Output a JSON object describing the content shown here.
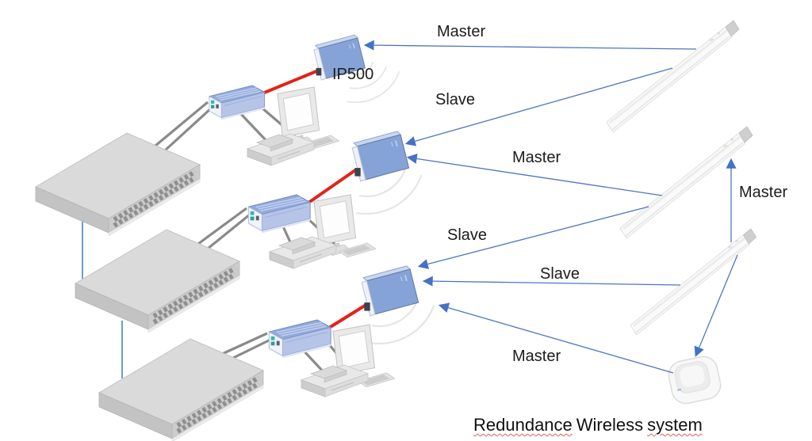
{
  "title": {
    "part1": "Redundance",
    "part2": "Wireless",
    "part3": "system"
  },
  "devices": {
    "ip500_label": "IP500",
    "switch_count": 3,
    "wireless_unit_count": 3,
    "workstation_count": 3,
    "light_fixture_count": 3,
    "sensor_count": 1
  },
  "connections": [
    {
      "from": "light-fixture-1",
      "to": "wireless-unit-1",
      "label": "Master"
    },
    {
      "from": "light-fixture-1",
      "to": "wireless-unit-2",
      "label": "Slave"
    },
    {
      "from": "light-fixture-2",
      "to": "wireless-unit-2",
      "label": "Master"
    },
    {
      "from": "light-fixture-2",
      "to": "wireless-unit-3",
      "label": "Slave"
    },
    {
      "from": "light-fixture-3",
      "to": "wireless-unit-3",
      "label": "Slave"
    },
    {
      "from": "light-fixture-3",
      "to": "light-fixture-2",
      "label": "Master"
    },
    {
      "from": "occupancy-sensor",
      "to": "wireless-unit-3",
      "label": "Master"
    }
  ],
  "colors": {
    "connection_blue": "#4d76c0",
    "arrow_blue": "#4472c4",
    "cable_red": "#e2231a",
    "cable_gray": "#8a8a8a",
    "switch_link_blue": "#3c7bb5",
    "device_blue": "#86a3d8",
    "switch_gray": "#dadada",
    "text": "#1c1c1c",
    "spellcheck_red": "#e06050"
  }
}
